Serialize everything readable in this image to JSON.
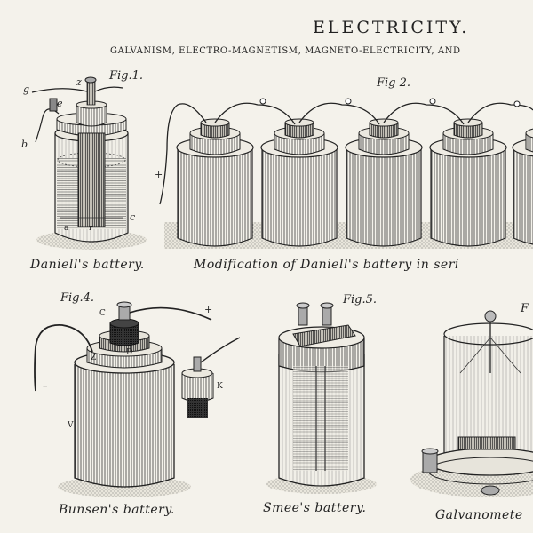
{
  "header": {
    "title": "ELECTRICITY.",
    "subtitle": "GALVANISM, ELECTRO-MAGNETISM, MAGNETO-ELECTRICITY, AND"
  },
  "figures": {
    "fig1": {
      "number": "Fig.1.",
      "caption": "Daniell's battery.",
      "letters": [
        "g",
        "z",
        "e",
        "b",
        "c",
        "a",
        "r"
      ]
    },
    "fig2": {
      "number": "Fig 2.",
      "caption": "Modification of Daniell's battery in seri",
      "letters": [
        "+"
      ]
    },
    "fig4": {
      "number": "Fig.4.",
      "caption": "Bunsen's battery.",
      "letters": [
        "C",
        "+",
        "Z",
        "D",
        "–",
        "V",
        "K"
      ]
    },
    "fig5": {
      "number": "Fig.5.",
      "caption": "Smee's battery."
    },
    "fig6": {
      "number": "F",
      "caption": "Galvanomete"
    }
  },
  "colors": {
    "ink": "#222222",
    "paper": "#f4f2eb"
  }
}
